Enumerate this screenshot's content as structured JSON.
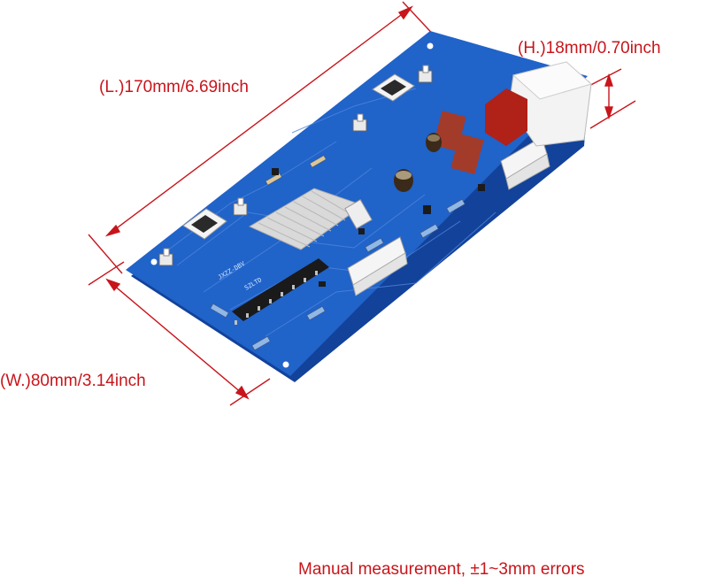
{
  "dimensions": {
    "length": "(L.)170mm/6.69inch",
    "height": "(H.)18mm/0.70inch",
    "width": "(W.)80mm/3.14inch"
  },
  "note": "Manual measurement,  ±1~3mm errors",
  "board_markings": {
    "model": "JXZZ-DBV",
    "brand": "SZLTD"
  },
  "colors": {
    "dimension_red": "#c8151b",
    "pcb_blue": "#1f5ec4",
    "background": "#ffffff"
  }
}
